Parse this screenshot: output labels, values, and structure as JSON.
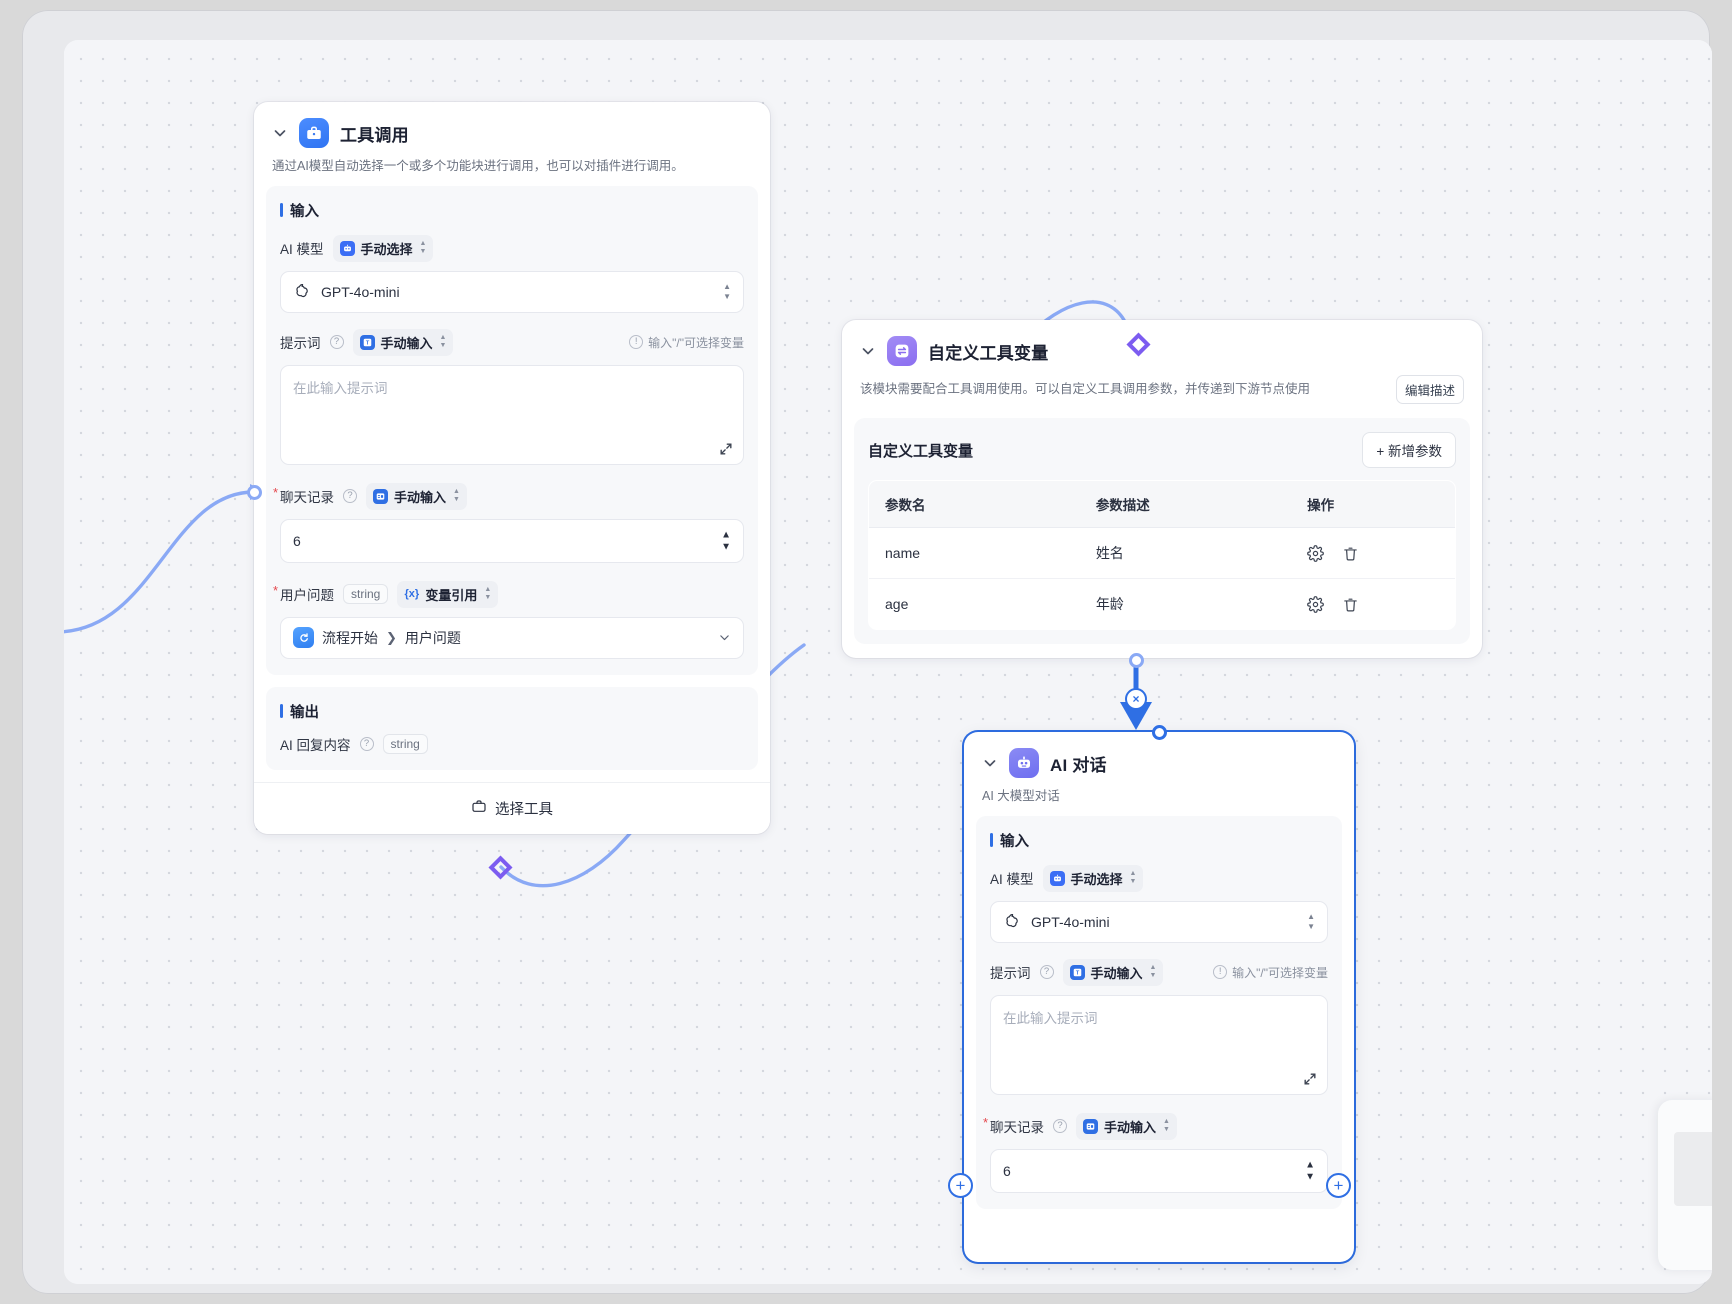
{
  "canvas": {
    "background": "#f4f5f8",
    "dot_color": "#d4d7de",
    "edge_color": "#8aa9f5",
    "accent_blue": "#2f6fe4",
    "accent_purple": "#7c5cf0"
  },
  "nodes": [
    {
      "id": "tool-call",
      "title": "工具调用",
      "description": "通过AI模型自动选择一个或多个功能块进行调用，也可以对插件进行调用。",
      "icon": "briefcase-icon",
      "input_section_title": "输入",
      "output_section_title": "输出",
      "fields": {
        "model_label": "AI 模型",
        "model_mode": "手动选择",
        "model_value": "GPT-4o-mini",
        "prompt_label": "提示词",
        "prompt_mode": "手动输入",
        "prompt_hint": "输入\"/\"可选择变量",
        "prompt_placeholder": "在此输入提示词",
        "history_label": "聊天记录",
        "history_mode": "手动输入",
        "history_value": "6",
        "question_label": "用户问题",
        "question_type": "string",
        "question_mode": "变量引用",
        "question_ref_source": "流程开始",
        "question_ref_field": "用户问题"
      },
      "output": {
        "label": "AI 回复内容",
        "type": "string"
      },
      "footer_label": "选择工具"
    },
    {
      "id": "tool-variable",
      "title": "自定义工具变量",
      "description": "该模块需要配合工具调用使用。可以自定义工具调用参数，并传递到下游节点使用",
      "icon": "exchange-icon",
      "edit_desc_label": "编辑描述",
      "table": {
        "title": "自定义工具变量",
        "add_label": "+ 新增参数",
        "columns": [
          "参数名",
          "参数描述",
          "操作"
        ],
        "rows": [
          {
            "name": "name",
            "desc": "姓名",
            "actions": [
              "gear-icon",
              "trash-icon"
            ]
          },
          {
            "name": "age",
            "desc": "年龄",
            "actions": [
              "gear-icon",
              "trash-icon"
            ]
          }
        ]
      }
    },
    {
      "id": "ai-chat",
      "title": "AI 对话",
      "description": "AI 大模型对话",
      "icon": "robot-icon",
      "selected": true,
      "input_section_title": "输入",
      "fields": {
        "model_label": "AI 模型",
        "model_mode": "手动选择",
        "model_value": "GPT-4o-mini",
        "prompt_label": "提示词",
        "prompt_mode": "手动输入",
        "prompt_hint": "输入\"/\"可选择变量",
        "prompt_placeholder": "在此输入提示词",
        "history_label": "聊天记录",
        "history_mode": "手动输入",
        "history_value": "6"
      }
    }
  ],
  "connectors": {
    "delete_edge_label": "×",
    "add_node_label": "+"
  }
}
